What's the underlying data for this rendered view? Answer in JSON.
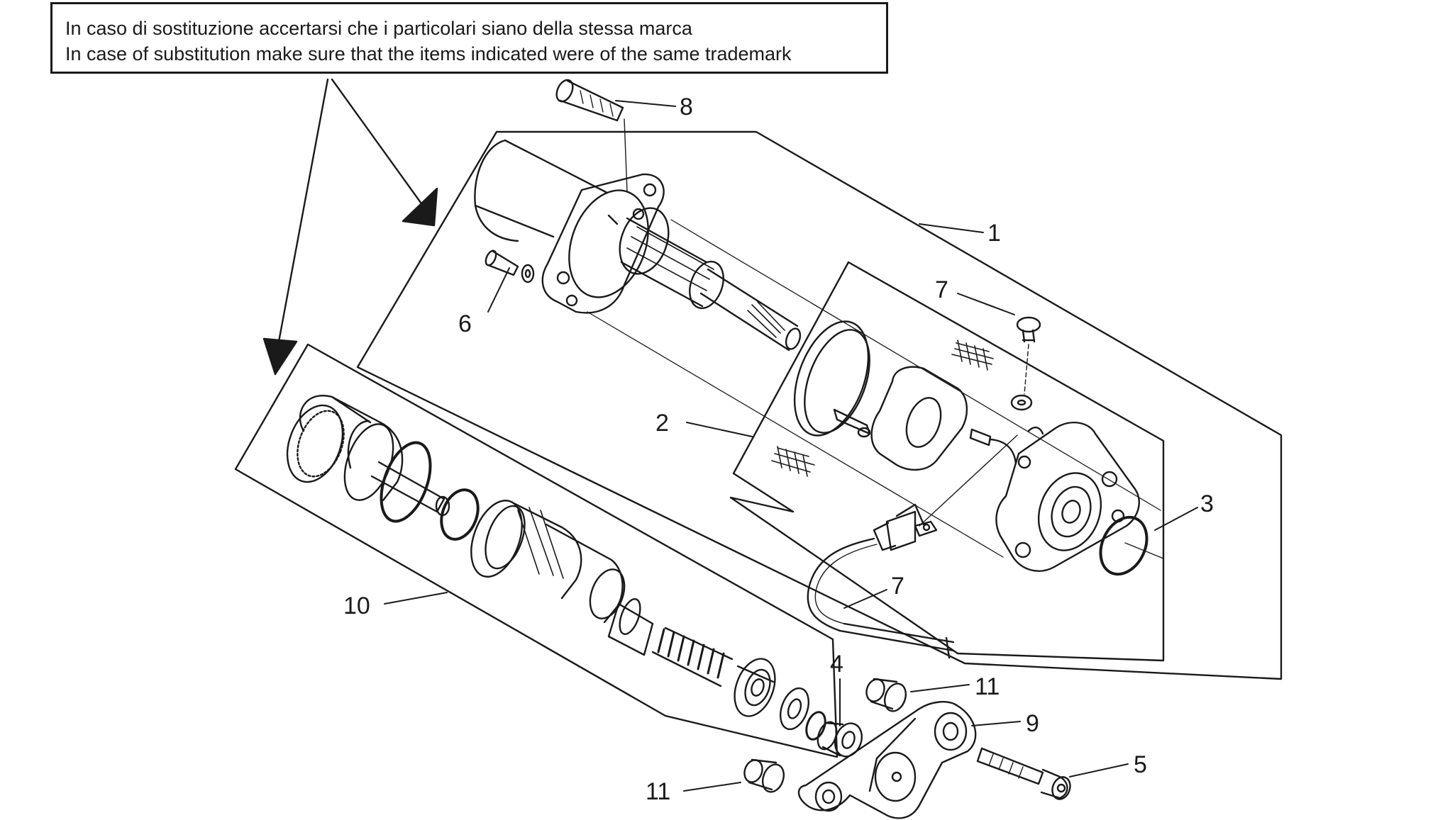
{
  "notice": {
    "line_it": "In caso di sostituzione accertarsi che i particolari siano della stessa marca",
    "line_en": "In case of substitution make sure that the items indicated were of the same trademark"
  },
  "callouts": [
    "8",
    "1",
    "7",
    "6",
    "2",
    "3",
    "7",
    "10",
    "4",
    "11",
    "9",
    "5",
    "11"
  ],
  "colors": {
    "ink": "#1a1a1a",
    "paper": "#ffffff"
  }
}
